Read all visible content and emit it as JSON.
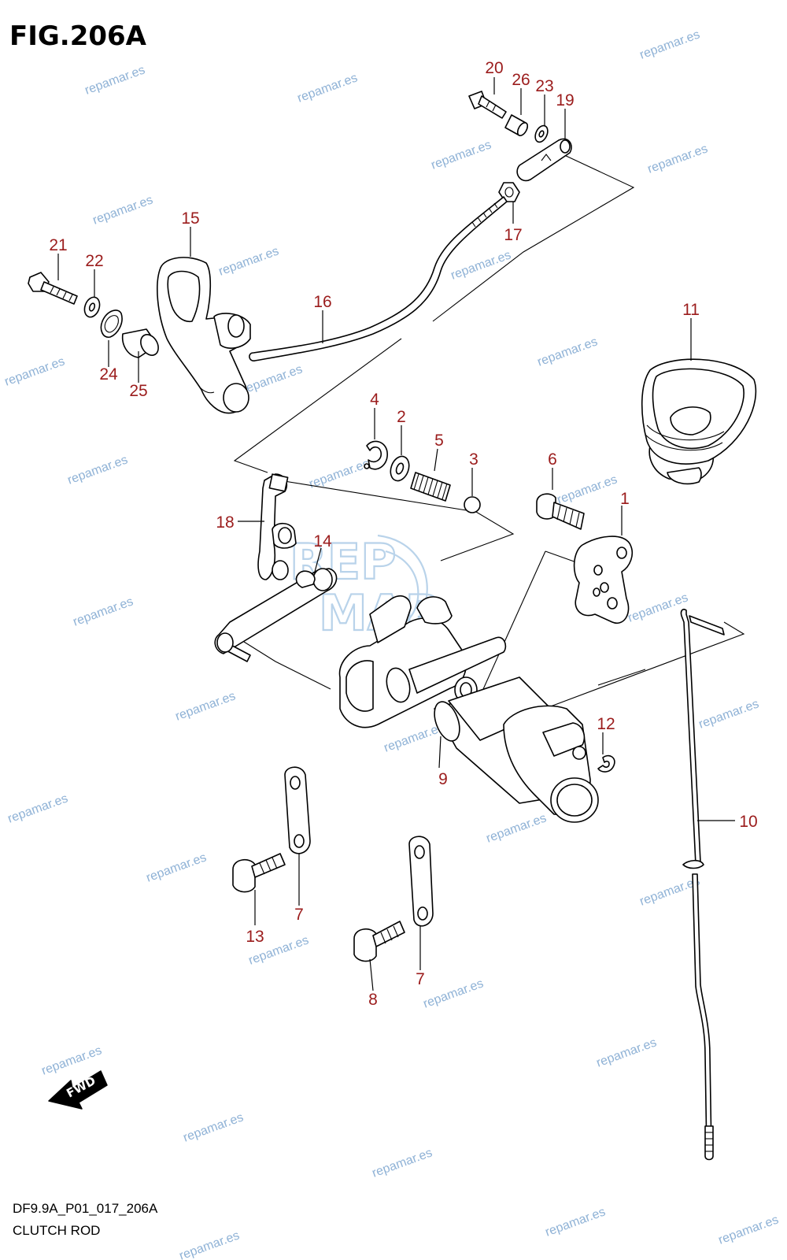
{
  "figure": {
    "title": "FIG.206A",
    "code": "DF9.9A_P01_017_206A",
    "caption": "CLUTCH ROD"
  },
  "watermark": {
    "text": "repamar.es",
    "color": "#8fb2d6",
    "logo_top": "REP",
    "logo_bottom": "MAR"
  },
  "fwd_label": "FWD",
  "colors": {
    "callout": "#9b1c1c",
    "line": "#000000"
  },
  "callouts": [
    {
      "id": "20",
      "label": "20"
    },
    {
      "id": "26",
      "label": "26"
    },
    {
      "id": "23",
      "label": "23"
    },
    {
      "id": "19",
      "label": "19"
    },
    {
      "id": "15",
      "label": "15"
    },
    {
      "id": "17",
      "label": "17"
    },
    {
      "id": "21",
      "label": "21"
    },
    {
      "id": "22",
      "label": "22"
    },
    {
      "id": "16",
      "label": "16"
    },
    {
      "id": "11",
      "label": "11"
    },
    {
      "id": "24",
      "label": "24"
    },
    {
      "id": "25",
      "label": "25"
    },
    {
      "id": "4",
      "label": "4"
    },
    {
      "id": "2",
      "label": "2"
    },
    {
      "id": "5",
      "label": "5"
    },
    {
      "id": "3",
      "label": "3"
    },
    {
      "id": "6",
      "label": "6"
    },
    {
      "id": "1",
      "label": "1"
    },
    {
      "id": "18",
      "label": "18"
    },
    {
      "id": "14",
      "label": "14"
    },
    {
      "id": "12",
      "label": "12"
    },
    {
      "id": "9",
      "label": "9"
    },
    {
      "id": "10",
      "label": "10"
    },
    {
      "id": "7a",
      "label": "7"
    },
    {
      "id": "13",
      "label": "13"
    },
    {
      "id": "7b",
      "label": "7"
    },
    {
      "id": "8",
      "label": "8"
    }
  ]
}
